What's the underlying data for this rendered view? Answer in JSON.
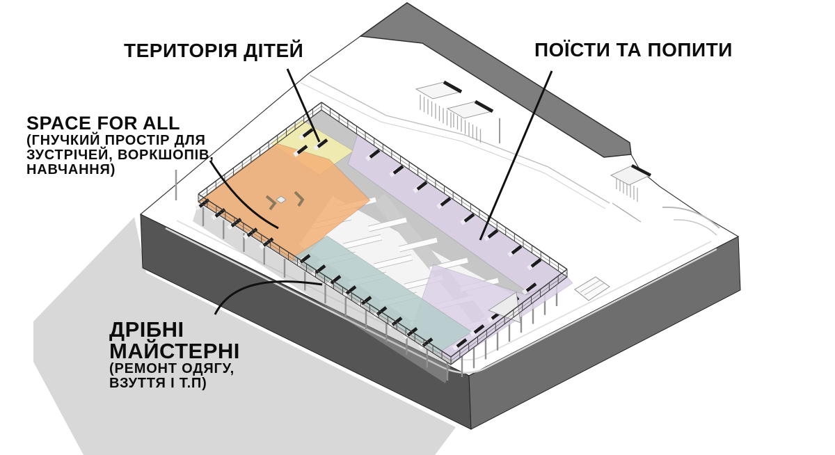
{
  "annotations": {
    "children": {
      "title": "ТЕРИТОРІЯ ДІТЕЙ"
    },
    "food": {
      "title": "ПОЇСТИ ТА ПОПИТИ"
    },
    "space_for_all": {
      "title": "SPACE FOR ALL",
      "subtitle_lines": [
        "(ГНУЧКИЙ ПРОСТІР ДЛЯ",
        "ЗУСТРІЧЕЙ, ВОРКШОПІВ,",
        "НАВЧАННЯ)"
      ]
    },
    "workshops": {
      "title_lines": [
        "ДРІБНІ",
        "МАЙСТЕРНІ"
      ],
      "subtitle_lines": [
        "(РЕМОНТ ОДЯГУ,",
        "ВЗУТТЯ І Т.П)"
      ]
    }
  },
  "zones": {
    "children_area": "#F5F0AC",
    "space_for_all": "#F3B077",
    "food_court": "#DCD0E7",
    "workshops": "#B4CCCA"
  },
  "scene": {
    "background": "#FFFFFF",
    "roof_band": "#7E7E7E",
    "plinth_side_left": "#555555",
    "plinth_side_right": "#6E6E6E",
    "ground_shadow": "#D8D8D8",
    "deck_floor": "#C6C6C6",
    "stall_white": "#F4F4F4",
    "railing": "#3E3E3E",
    "leader_line": "#111111",
    "outline": "#3A3A3A"
  }
}
